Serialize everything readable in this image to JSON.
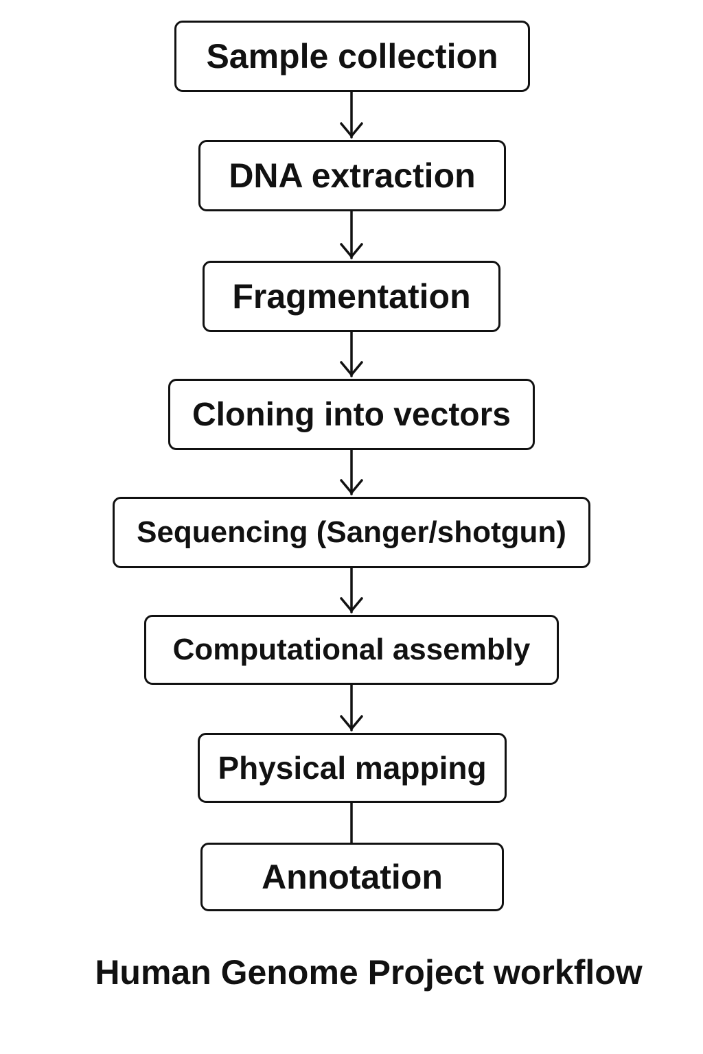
{
  "diagram": {
    "type": "flowchart",
    "direction": "top-to-bottom",
    "steps": [
      {
        "label": "Sample collection"
      },
      {
        "label": "DNA extraction"
      },
      {
        "label": "Fragmentation"
      },
      {
        "label": "Cloning into vectors"
      },
      {
        "label": "Sequencing (Sanger/shotgun)"
      },
      {
        "label": "Computational assembly"
      },
      {
        "label": "Physical mapping"
      },
      {
        "label": "Annotation"
      }
    ],
    "connectors": [
      {
        "from": "Sample collection",
        "to": "DNA extraction",
        "arrow": true
      },
      {
        "from": "DNA extraction",
        "to": "Fragmentation",
        "arrow": true
      },
      {
        "from": "Fragmentation",
        "to": "Cloning into vectors",
        "arrow": true
      },
      {
        "from": "Cloning into vectors",
        "to": "Sequencing (Sanger/shotgun)",
        "arrow": true
      },
      {
        "from": "Sequencing (Sanger/shotgun)",
        "to": "Computational assembly",
        "arrow": true
      },
      {
        "from": "Computational assembly",
        "to": "Physical mapping",
        "arrow": true
      },
      {
        "from": "Physical mapping",
        "to": "Annotation",
        "arrow": false
      }
    ],
    "title": "Human Genome Project workflow",
    "colors": {
      "stroke": "#111111",
      "background": "#ffffff"
    }
  }
}
